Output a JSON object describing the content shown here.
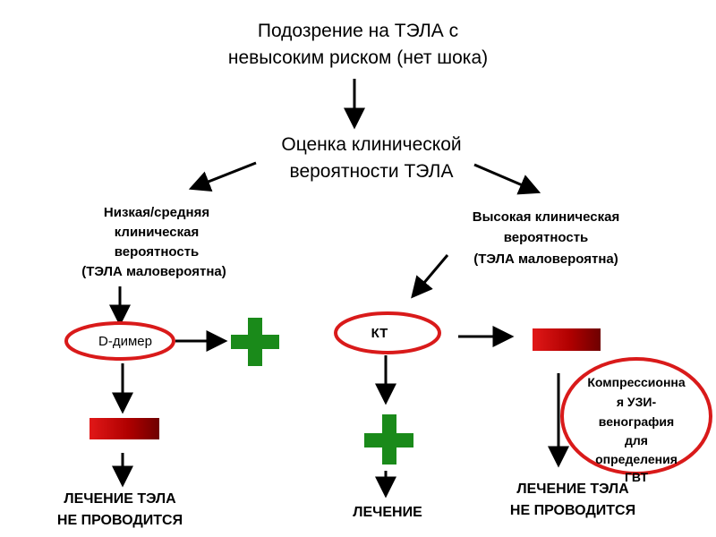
{
  "title_lines": [
    "Подозрение на ТЭЛА с",
    "невысоким риском (нет шока)"
  ],
  "assessment_lines": [
    "Оценка клинической",
    "вероятности ТЭЛА"
  ],
  "left_branch": {
    "lines": [
      "Низкая/средняя",
      "клиническая",
      "вероятность",
      "(ТЭЛА маловероятна)"
    ],
    "test_label": "D-димер",
    "outcome_lines": [
      "ЛЕЧЕНИЕ ТЭЛА",
      "НЕ ПРОВОДИТСЯ"
    ]
  },
  "right_branch": {
    "lines": [
      "Высокая клиническая",
      "вероятность",
      "(ТЭЛА маловероятна)"
    ],
    "test_label": "КТ",
    "positive_outcome": "ЛЕЧЕНИЕ",
    "ultrasound_lines": [
      "Компрессионна",
      "я УЗИ-",
      "венография",
      "для",
      "определения",
      "ГВТ"
    ],
    "outcome_lines": [
      "ЛЕЧЕНИЕ ТЭЛА",
      "НЕ ПРОВОДИТСЯ"
    ]
  },
  "colors": {
    "positive_plus": "#1a8a1a",
    "negative_bar_dark": "#6e0000",
    "negative_bar_light": "#e11818",
    "ellipse_outline": "#d91a1a",
    "arrow": "#000000"
  },
  "icons": {
    "positive": "green-plus-icon",
    "negative": "red-minus-bar-icon"
  }
}
